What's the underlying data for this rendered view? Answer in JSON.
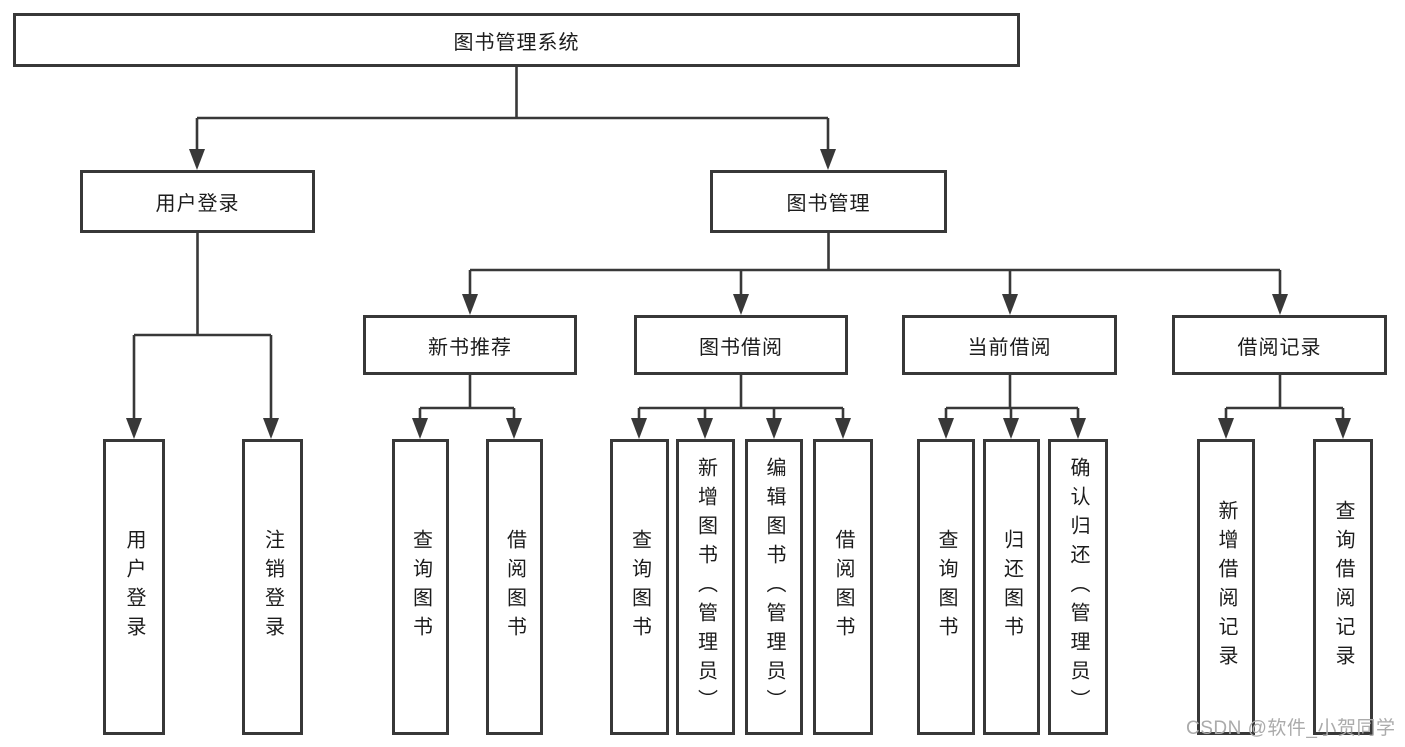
{
  "title": "图书管理系统",
  "watermark": "CSDN @软件_小贺同学",
  "colors": {
    "line": "#383838",
    "box_border": "#383838",
    "box_fill": "#ffffff",
    "text": "#1c1c1c",
    "watermark_text": "#ababab",
    "background": "#ffffff"
  },
  "tree": {
    "label": "图书管理系统",
    "children": [
      {
        "label": "用户登录",
        "children": [
          {
            "label": "用户登录"
          },
          {
            "label": "注销登录"
          }
        ]
      },
      {
        "label": "图书管理",
        "children": [
          {
            "label": "新书推荐",
            "children": [
              {
                "label": "查询图书"
              },
              {
                "label": "借阅图书"
              }
            ]
          },
          {
            "label": "图书借阅",
            "children": [
              {
                "label": "查询图书"
              },
              {
                "label": "新增图书（管理员）"
              },
              {
                "label": "编辑图书（管理员）"
              },
              {
                "label": "借阅图书"
              }
            ]
          },
          {
            "label": "当前借阅",
            "children": [
              {
                "label": "查询图书"
              },
              {
                "label": "归还图书"
              },
              {
                "label": "确认归还（管理员）"
              }
            ]
          },
          {
            "label": "借阅记录",
            "children": [
              {
                "label": "新增借阅记录"
              },
              {
                "label": "查询借阅记录"
              }
            ]
          }
        ]
      }
    ]
  }
}
